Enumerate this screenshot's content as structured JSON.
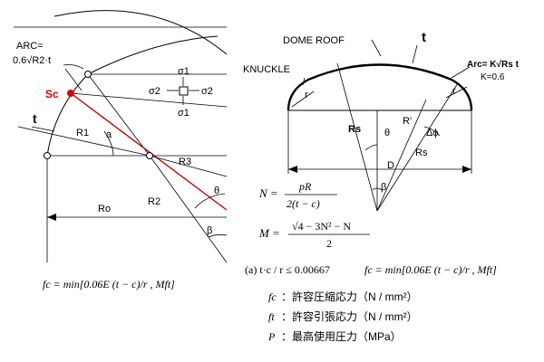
{
  "left_diagram": {
    "arc_label": "ARC=",
    "arc_formula": "0.6√R2·t",
    "sc_label": "Sc",
    "sigma1_top": "σ1",
    "sigma1_bottom": "σ1",
    "sigma2_left": "σ2",
    "sigma2_right": "σ2",
    "t_label": "t",
    "r1_label": "R1",
    "alpha_label": "a",
    "r3_label": "R3",
    "r2_label": "R2",
    "ro_label": "Ro",
    "theta_label": "θ",
    "beta_label": "β",
    "sc_color": "#e00000"
  },
  "right_diagram": {
    "dome_roof_label": "DOME ROOF",
    "t_label": "t",
    "knuckle_label": "KNUCKLE",
    "arc_label": "Arc= K√Rs t",
    "k_label": "K=0.6",
    "r_left": "r",
    "r_right": "r",
    "rs_left": "Rs",
    "theta_label": "θ",
    "r_prime": "R'",
    "delta_phi": "Δϕ",
    "rs_right": "Rs",
    "d_label": "D",
    "beta_label": "β"
  },
  "formulas": {
    "n_lhs": "N =",
    "n_num": "pR",
    "n_den": "2(t − c)",
    "m_lhs": "M =",
    "m_num": "√4 − 3N² − N",
    "m_den": "2",
    "cond": "(a) t·c / r ≤ 0.00667",
    "fc_right": "fc = min[0.06E (t − c)/r , Mft]",
    "fc_left": "fc = min[0.06E (t − c)/r , Mft]"
  },
  "legend": [
    {
      "sym": "fc",
      "text": "：許容圧縮応力（N / mm²）"
    },
    {
      "sym": "ft",
      "text": "：許容引張応力（N / mm²）"
    },
    {
      "sym": "P",
      "text": "：最高使用圧力（MPa）"
    }
  ]
}
